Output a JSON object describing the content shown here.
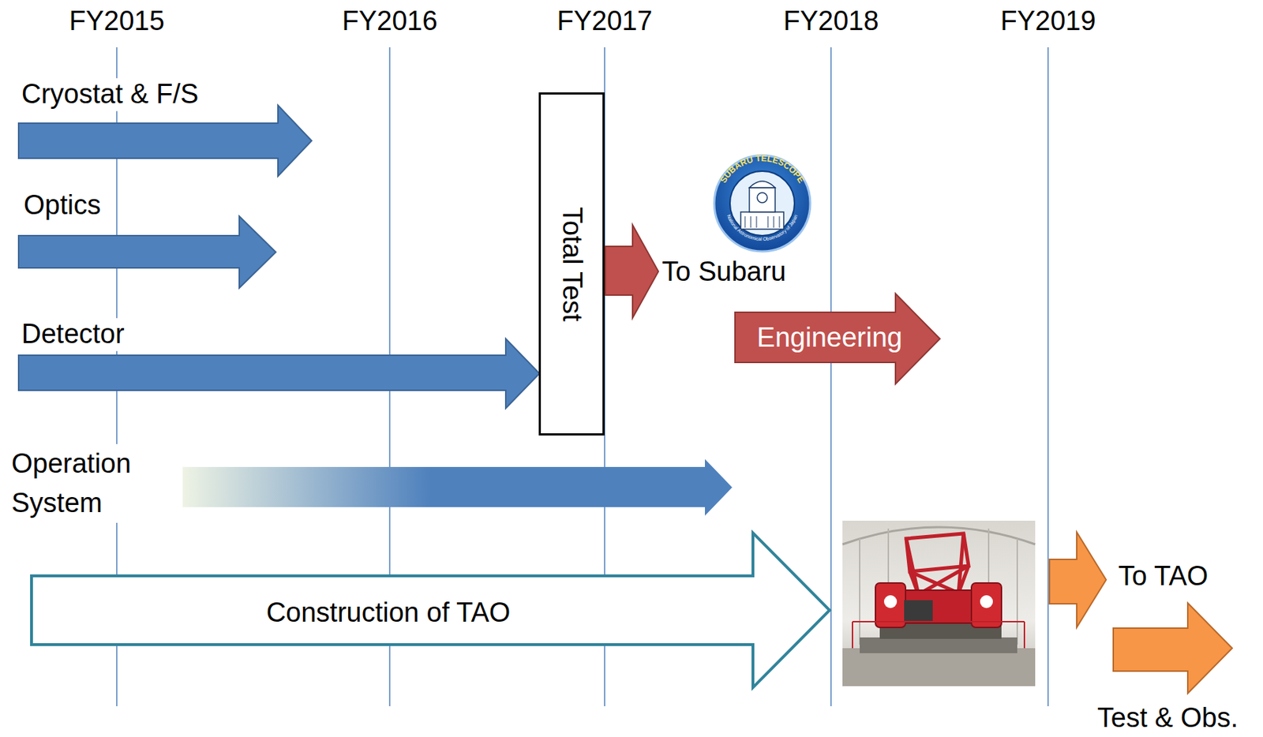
{
  "diagram": {
    "nodes": [
      {
        "text": [
          "Cryostat & F/S"
        ]
      },
      {
        "text": [
          "Optics"
        ]
      },
      {
        "text": [
          "Detector"
        ]
      },
      {
        "text": [
          "Total Test"
        ]
      },
      {
        "text": [
          "To Subaru"
        ]
      },
      {
        "text": [
          "Engineering"
        ]
      },
      {
        "text": [
          "Operation System"
        ]
      },
      {
        "text": [
          "Construction of TAO"
        ]
      },
      {
        "text": [
          "To TAO"
        ]
      },
      {
        "text": [
          "Test & Obs."
        ]
      }
    ],
    "labels": [
      "FY2015",
      "FY2016",
      "FY2017",
      "FY2018",
      "FY2019",
      "SUBARU TELESCOPE",
      "National Astronomical Observatory of Japan"
    ]
  }
}
